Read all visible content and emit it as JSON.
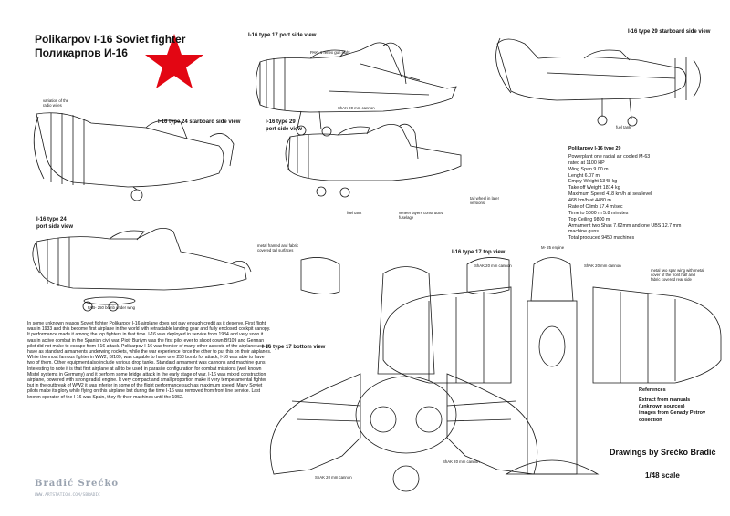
{
  "header": {
    "title": "Polikarpov I-16 Soviet fighter",
    "title_ru": "Поликарпов И-16"
  },
  "views": {
    "type17_port": "I-16 type 17 port side view",
    "type29_starboard": "I-16 type 29 starboard side view",
    "type24_starboard": "I-16 type 24 starboard side view",
    "type29_port_line1": "I-16 type 29",
    "type29_port_line2": "port side view",
    "type24_port_line1": "I-16 type 24",
    "type24_port_line2": "port side view",
    "type17_top": "I-16 type 17 top view",
    "type17_bottom": "I-16 type 17 bottom view"
  },
  "callouts": {
    "reflex_gunsight": "PAK- 1 reflex gun sight",
    "shvak_cannon": "ShAK 20 mm cannon",
    "radio_wires_1": "variation of the",
    "radio_wires_2": "radio wires",
    "fuel_tank_right": "fuel tank",
    "fuel_tank_mid": "fuel tank",
    "veneer_1": "veneer layers constructed",
    "veneer_2": "fuselage",
    "tailwheel_1": "tail wheel in later",
    "tailwheel_2": "versions",
    "metal_framed_1": "metal framed and fabric",
    "metal_framed_2": "covered tail surfaces",
    "fab_bombs": "FAB- 250 bomb under wing",
    "shvak_top_left": "ShAK 20 mm cannon",
    "engine": "M- 25 engine",
    "shvak_top_right": "ShAK 20 mm cannon",
    "spar_1": "metal two spar wing with metal",
    "spar_2": "cover of the front half and",
    "spar_3": "fabric covered rear side",
    "shvak_bottom_1": "ShAK 20 mm cannon",
    "shvak_bottom_2": "ShAK 20 mm cannon"
  },
  "specs": {
    "heading": "Polikarpov I-16 type 29",
    "lines": [
      "Powerplant one radial air cooled M-63",
      "rated at 1100 HP",
      "Wing Span 9.00 m",
      "Lenght 6.07 m",
      "Empty Weight 1348 kg",
      "Take off Weight 1814 kg",
      "Maximum Speed 418 km/h at sea level",
      "468 km/h at 4480 m",
      "Rate of Climb 17.4 m/sec",
      "Time to 5000 m 5.8 minutes",
      "Top Ceiling 9800 m",
      "Armament two Shas 7.62mm and one UBS 12.7 mm",
      "machine guns",
      "Total produced 9450 machines"
    ]
  },
  "history": "In some unknown reason Soviet fighter Polikarpov I-16 airplane does not pay enough credit as it deserve. First flight was in 1933 and this become first airplane in the world with retractable landing gear and fully enclosed cockpit canopy. It performance made it among the top fighters in that time. I-16 was deployed in service from 1934 and very soon it was in active combat in the Spanish civil war. Piotr Buriym was the first pilot ever to shoot down Bf109 and German pilot did not make to escape from I-16 attack. Polikarpov I-16 was frontier of many other aspects of the airplane use- it have as standard armaments underwing rockets, while the war experience force the other to put this on their airplanes. While the most famous fighter in WW2, Bf109, was capable to have one 250 bomb for attack, I-16 was able to have two of them. Other equipment also include various drop tanks. Standard armament was cannons and machine guns. Interesting to note it is that first airplane at all to be used in parasite configuration for combat missions (well known Mistel systems in Germany) and it perform some bridge attack in the early stage of war. I-16 was mixed construction airplane, powered with strong radial engine. It very compact and small proportion make it very temperamental fighter but in the outbreak of WW2 it was inferior in some of the flight performance such as maximum speed. Many Soviet pilots make its glory while flying on this airplane but during the time I-16 was removed from front line service. Last known operator of the I-16 was Spain, they fly their machines until the 1952.",
  "references": {
    "heading": "References",
    "lines": [
      "Extract from manuals",
      "(unknown sources)",
      "images from Genady Petrov",
      "collection"
    ]
  },
  "credits": {
    "drawings": "Drawings by Srećko Bradić",
    "scale": "1/48 scale",
    "logo": "Bradić Srećko",
    "url": "WWW.ARTSTATION.COM/SBRADIC"
  },
  "colors": {
    "star": "#e30613",
    "line": "#1a1a1a",
    "logo": "#9aa3b0"
  }
}
